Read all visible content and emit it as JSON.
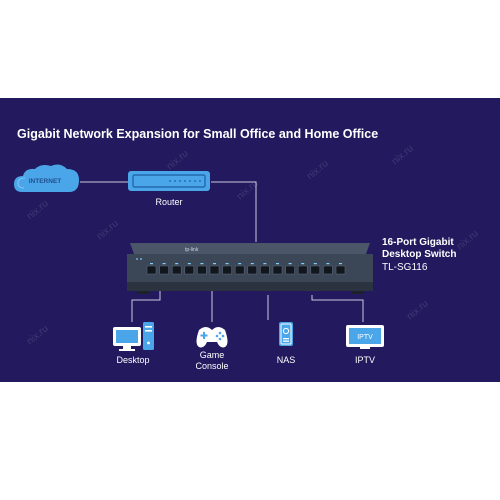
{
  "title": "Gigabit Network Expansion for Small Office and Home Office",
  "internet": "INTERNET",
  "router": "Router",
  "switch": {
    "name_line1": "16-Port Gigabit",
    "name_line2": "Desktop Switch",
    "model": "TL-SG116",
    "brand": "tp-link",
    "port_count": 16
  },
  "devices": [
    {
      "label": "Desktop",
      "icon": "desktop-computer-icon"
    },
    {
      "label_line1": "Game",
      "label_line2": "Console",
      "icon": "gamepad-icon"
    },
    {
      "label": "NAS",
      "icon": "nas-storage-icon"
    },
    {
      "label": "IPTV",
      "icon": "iptv-icon",
      "screen_text": "IPTV"
    }
  ],
  "watermark": "nix.ru",
  "colors": {
    "background": "#22195e",
    "accent": "#4aa6e8",
    "line": "#c9cce0",
    "switch_body": "#3b4657"
  }
}
